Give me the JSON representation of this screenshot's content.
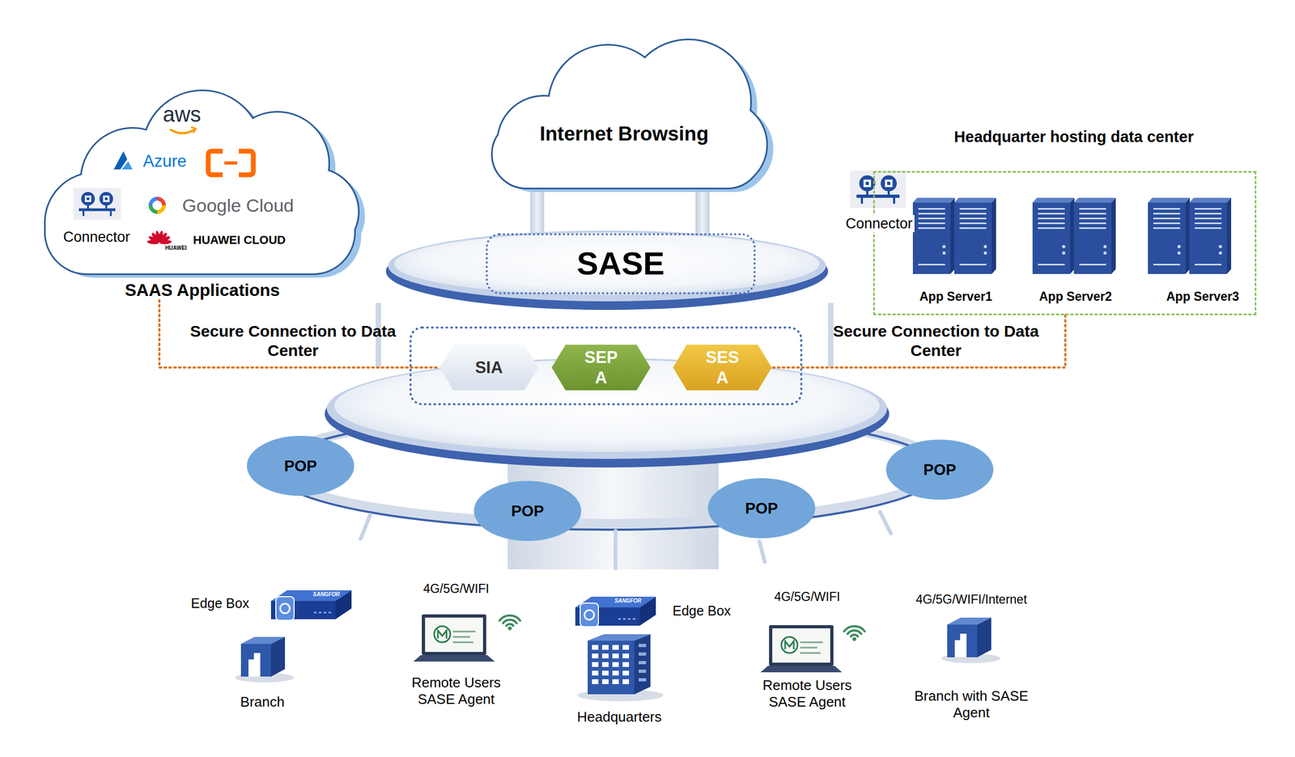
{
  "diagram": {
    "nodes": [
      {
        "text": [
          "SAAS Applications"
        ]
      },
      {
        "text": [
          "aws"
        ],
        "in": 0
      },
      {
        "text": [
          "Azure"
        ],
        "in": 0
      },
      {
        "text": [
          "Connector"
        ],
        "in": 0
      },
      {
        "text": [
          "Google Cloud"
        ],
        "in": 0
      },
      {
        "text": [
          "HUAWEI",
          "HUAWEI CLOUD"
        ],
        "in": 0
      },
      {
        "text": [
          "Internet Browsing"
        ]
      },
      {
        "text": [
          "SASE"
        ]
      },
      {
        "text": [
          "SIA"
        ]
      },
      {
        "text": [
          "SEP A"
        ]
      },
      {
        "text": [
          "SES A"
        ]
      },
      {
        "text": [
          "Headquarter hosting data center"
        ]
      },
      {
        "text": [
          "Connector"
        ],
        "in": 11
      },
      {
        "text": [
          "App Server1"
        ],
        "in": 11
      },
      {
        "text": [
          "App Server2"
        ],
        "in": 11
      },
      {
        "text": [
          "App Server3"
        ],
        "in": 11
      },
      {
        "text": [
          "POP"
        ]
      },
      {
        "text": [
          "POP"
        ]
      },
      {
        "text": [
          "POP"
        ]
      },
      {
        "text": [
          "POP"
        ]
      },
      {
        "text": [
          "Edge Box"
        ]
      },
      {
        "text": [
          "Branch"
        ]
      },
      {
        "text": [
          "4G/5G/WIFI",
          "Remote Users SASE Agent"
        ]
      },
      {
        "text": [
          "Edge Box"
        ]
      },
      {
        "text": [
          "Headquarters"
        ]
      },
      {
        "text": [
          "4G/5G/WIFI",
          "Remote Users SASE Agent"
        ]
      },
      {
        "text": [
          "4G/5G/WIFI/Internet",
          "Branch with SASE Agent"
        ]
      }
    ],
    "edges": [
      {
        "from": 0,
        "to": 8,
        "label": "Secure Connection to Data Center",
        "arrow": "none"
      },
      {
        "from": 11,
        "to": 10,
        "label": "Secure Connection to Data Center",
        "arrow": "none"
      }
    ],
    "labels": [
      "SANGFOR",
      "SANGFOR"
    ]
  }
}
